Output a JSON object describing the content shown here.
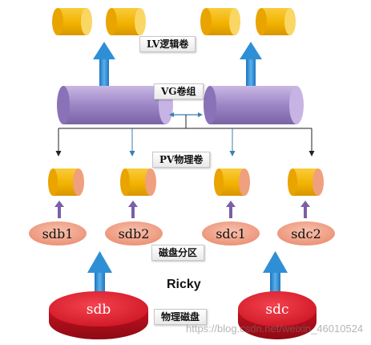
{
  "labels": {
    "lv": "LV逻辑卷",
    "vg": "VG卷组",
    "pv": "PV物理卷",
    "partitions": "磁盘分区",
    "disks": "物理磁盘"
  },
  "partitions": [
    "sdb1",
    "sdb2",
    "sdc1",
    "sdc2"
  ],
  "disks": [
    "sdb",
    "sdc"
  ],
  "author": "Ricky",
  "watermark": "https://blog.csdn.net/weixin_46010524",
  "colors": {
    "lv_fill": "#F2B300",
    "lv_end": "#F7CF4A",
    "vg_fill": "#9D86C6",
    "vg_end": "#C8B4E4",
    "pv_fill": "#F2B300",
    "pv_end": "#F0A07C",
    "partition": "#F2A08A",
    "disk": "#D81B2A",
    "blue_arrow": "#2F8FD6",
    "thin_arrow_blue": "#3A7FB0",
    "thin_arrow_dark": "#222222",
    "purple_arrow": "#7B5FA8"
  }
}
